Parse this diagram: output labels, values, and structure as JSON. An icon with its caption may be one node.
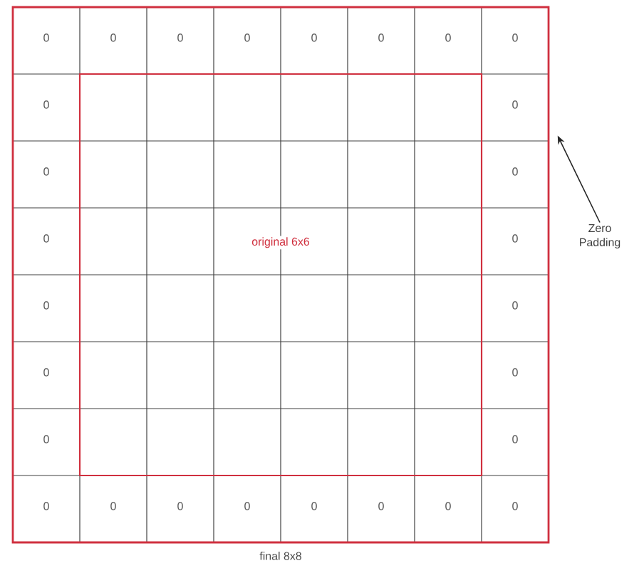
{
  "diagram": {
    "nodes": [
      {
        "text": [
          "final 8x8"
        ]
      },
      {
        "text": [
          "original 6x6"
        ],
        "in": 0
      },
      {
        "text": [
          "Zero Padding"
        ]
      }
    ],
    "edges": [
      {
        "from": 2,
        "to": 0,
        "arrow": "to"
      }
    ],
    "labels": [
      "0",
      "0",
      "0",
      "0",
      "0",
      "0",
      "0",
      "0",
      "0",
      "0",
      "0",
      "0",
      "0",
      "0",
      "0",
      "0",
      "0",
      "0",
      "0",
      "0",
      "0",
      "0",
      "0",
      "0",
      "0",
      "0",
      "0",
      "0"
    ]
  }
}
